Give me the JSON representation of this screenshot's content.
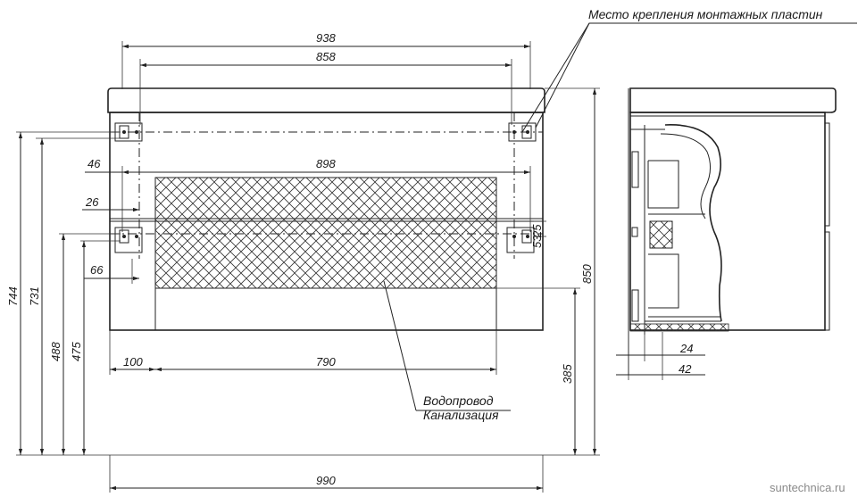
{
  "dimensions": {
    "d938": "938",
    "d858": "858",
    "d898": "898",
    "d46": "46",
    "d26": "26",
    "d66": "66",
    "d25": "25",
    "d53": "53",
    "d744": "744",
    "d731": "731",
    "d488": "488",
    "d475": "475",
    "d850": "850",
    "d385": "385",
    "d100": "100",
    "d790": "790",
    "d990": "990",
    "d24": "24",
    "d42": "42"
  },
  "labels": {
    "mounting_plates": "Место крепления монтажных пластин",
    "water": "Водопровод",
    "sewer": "Канализация"
  },
  "watermark": "suntechnica.ru"
}
